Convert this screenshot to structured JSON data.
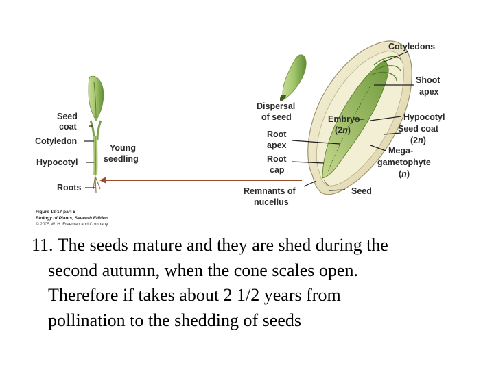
{
  "diagram": {
    "labels": {
      "cotyledons": "Cotyledons",
      "shoot_apex_1": "Shoot",
      "shoot_apex_2": "apex",
      "hypocotyl_right": "Hypocotyl",
      "seed_coat_right_1": "Seed coat",
      "seed_coat_right_2": "(2",
      "seed_coat_right_n": "n",
      "seed_coat_right_3": ")",
      "megagametophyte_1": "Mega-",
      "megagametophyte_2": "gametophyte",
      "megagametophyte_3": "(",
      "megagametophyte_n": "n",
      "megagametophyte_4": ")",
      "seed": "Seed",
      "embryo_1": "Embryo",
      "embryo_2": "(2",
      "embryo_n": "n",
      "embryo_3": ")",
      "dispersal_1": "Dispersal",
      "dispersal_2": "of seed",
      "root_apex_1": "Root",
      "root_apex_2": "apex",
      "root_cap_1": "Root",
      "root_cap_2": "cap",
      "remnants_1": "Remnants of",
      "remnants_2": "nucellus",
      "seed_coat_left_1": "Seed",
      "seed_coat_left_2": "coat",
      "cotyledon_left": "Cotyledon",
      "hypocotyl_left": "Hypocotyl",
      "roots": "Roots",
      "young_seedling_1": "Young",
      "young_seedling_2": "seedling"
    },
    "figure_caption": {
      "line1": "Figure 18-17 part 5",
      "line2": "Biology of Plants, Seventh Edition",
      "line3": "© 2005 W. H. Freeman and Company"
    },
    "colors": {
      "leaf_green": "#9fc46a",
      "dark_green": "#4f7a2c",
      "seed_tan": "#ece6c4",
      "arrow_brown": "#9c4e2c"
    }
  },
  "slide_text": {
    "line1": "11. The seeds mature and they are shed during the",
    "line2": "second autumn, when the cone scales open.",
    "line3": "Therefore if takes about 2 1/2 years from",
    "line4": "pollination to the shedding of seeds"
  }
}
